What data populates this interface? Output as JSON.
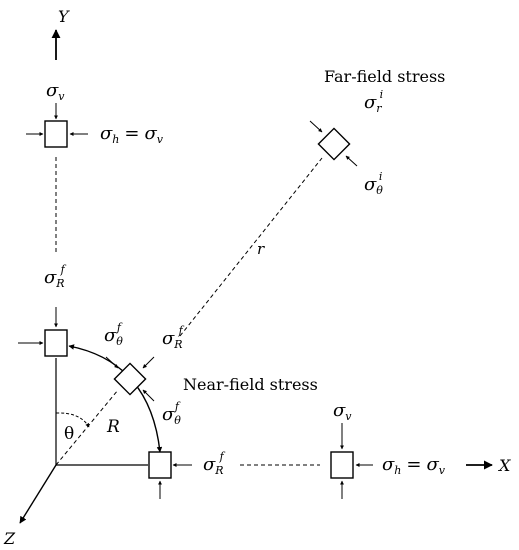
{
  "labels": {
    "y_axis": "Y",
    "x_axis": "X",
    "z_axis": "Z",
    "far_field": "Far-field stress",
    "near_field": "Near-field stress",
    "r_small": "r",
    "r_big": "R",
    "theta": "θ"
  },
  "symbols": {
    "sigma": "σ",
    "v": "v",
    "h": "h",
    "r": "r",
    "theta": "θ",
    "R": "R",
    "i": "i",
    "f": "f",
    "equals": "="
  }
}
